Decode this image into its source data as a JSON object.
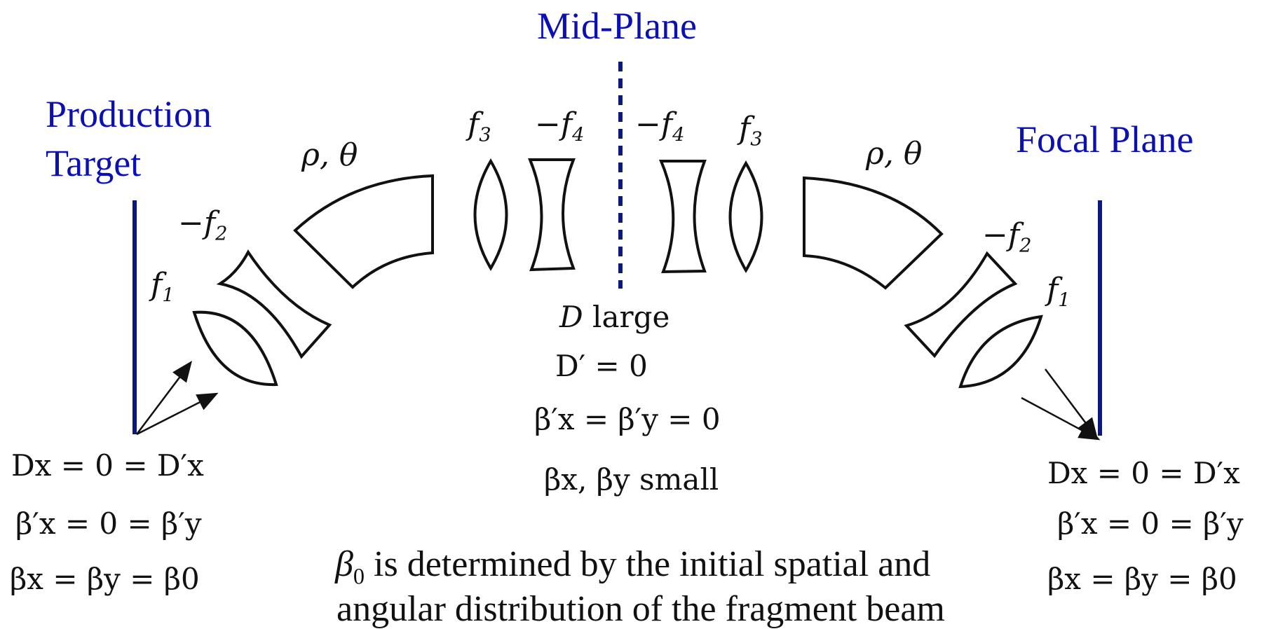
{
  "labels": {
    "mid_plane": "Mid-Plane",
    "production_target": "Production",
    "production_target_2": "Target",
    "focal_plane": "Focal Plane"
  },
  "optics": {
    "left": {
      "f1": "f",
      "f1_sub": "1",
      "f2": "−f",
      "f2_sub": "2",
      "dipole": "ρ, θ",
      "f3": "f",
      "f3_sub": "3",
      "f4": "−f",
      "f4_sub": "4"
    },
    "right": {
      "f1": "f",
      "f1_sub": "1",
      "f2": "−f",
      "f2_sub": "2",
      "dipole": "ρ, θ",
      "f3": "f",
      "f3_sub": "3",
      "f4": "−f",
      "f4_sub": "4"
    }
  },
  "conditions": {
    "center": {
      "line1_var": "D",
      "line1_text": " large",
      "line2": "D′ = 0",
      "line3": "β′x = β′y = 0",
      "line4": "βx, βy small"
    },
    "left": {
      "line1": "Dx = 0 = D′x",
      "line2": "β′x = 0 = β′y",
      "line3": "βx = βy = β0"
    },
    "right": {
      "line1": "Dx = 0 = D′x",
      "line2": "β′x = 0 = β′y",
      "line3": "βx = βy = β0"
    }
  },
  "note": {
    "line1_sym": "β",
    "line1_sub": "0",
    "line1_text": " is determined by the initial spatial and",
    "line2": "angular distribution of the fragment beam"
  },
  "colors": {
    "label_blue": "#0a10b4",
    "plane_line": "#0b1a7a",
    "ink": "#111111"
  }
}
